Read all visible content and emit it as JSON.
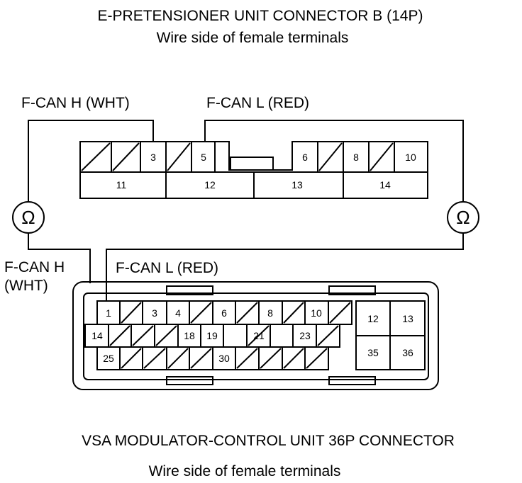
{
  "top_connector": {
    "title": "E-PRETENSIONER UNIT CONNECTOR B (14P)",
    "subtitle": "Wire side of female terminals",
    "label_fcan_h": "F-CAN H (WHT)",
    "label_fcan_l": "F-CAN L (RED)",
    "pins_row1": [
      "3",
      "5",
      "6",
      "8",
      "10"
    ],
    "pins_row2": [
      "11",
      "12",
      "13",
      "14"
    ]
  },
  "meters": {
    "left_symbol": "Ω",
    "right_symbol": "Ω"
  },
  "bottom_connector": {
    "label_fcan_h_line1": "F-CAN H",
    "label_fcan_h_line2": "(WHT)",
    "label_fcan_l": "F-CAN L (RED)",
    "pins_row1": [
      "1",
      "3",
      "4",
      "6",
      "8",
      "10"
    ],
    "pins_row2": [
      "14",
      "18",
      "19",
      "21",
      "23"
    ],
    "pins_row3": [
      "25",
      "30"
    ],
    "pins_block": [
      "12",
      "13",
      "35",
      "36"
    ],
    "title": "VSA MODULATOR-CONTROL UNIT 36P CONNECTOR",
    "subtitle": "Wire side of female terminals"
  }
}
